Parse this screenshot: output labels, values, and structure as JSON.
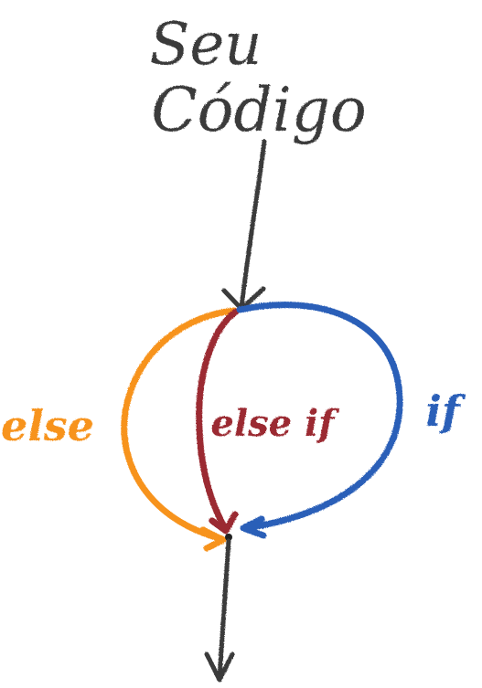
{
  "title": {
    "line1": "Seu",
    "line2": "Código",
    "color": "#3a3a3a"
  },
  "branches": {
    "else": {
      "label": "else",
      "color": "#f7931e"
    },
    "elseif": {
      "label": "else if",
      "color": "#9b2a30"
    },
    "if": {
      "label": "if",
      "color": "#2a5fb8"
    }
  },
  "flow_color": "#3a3a3a"
}
